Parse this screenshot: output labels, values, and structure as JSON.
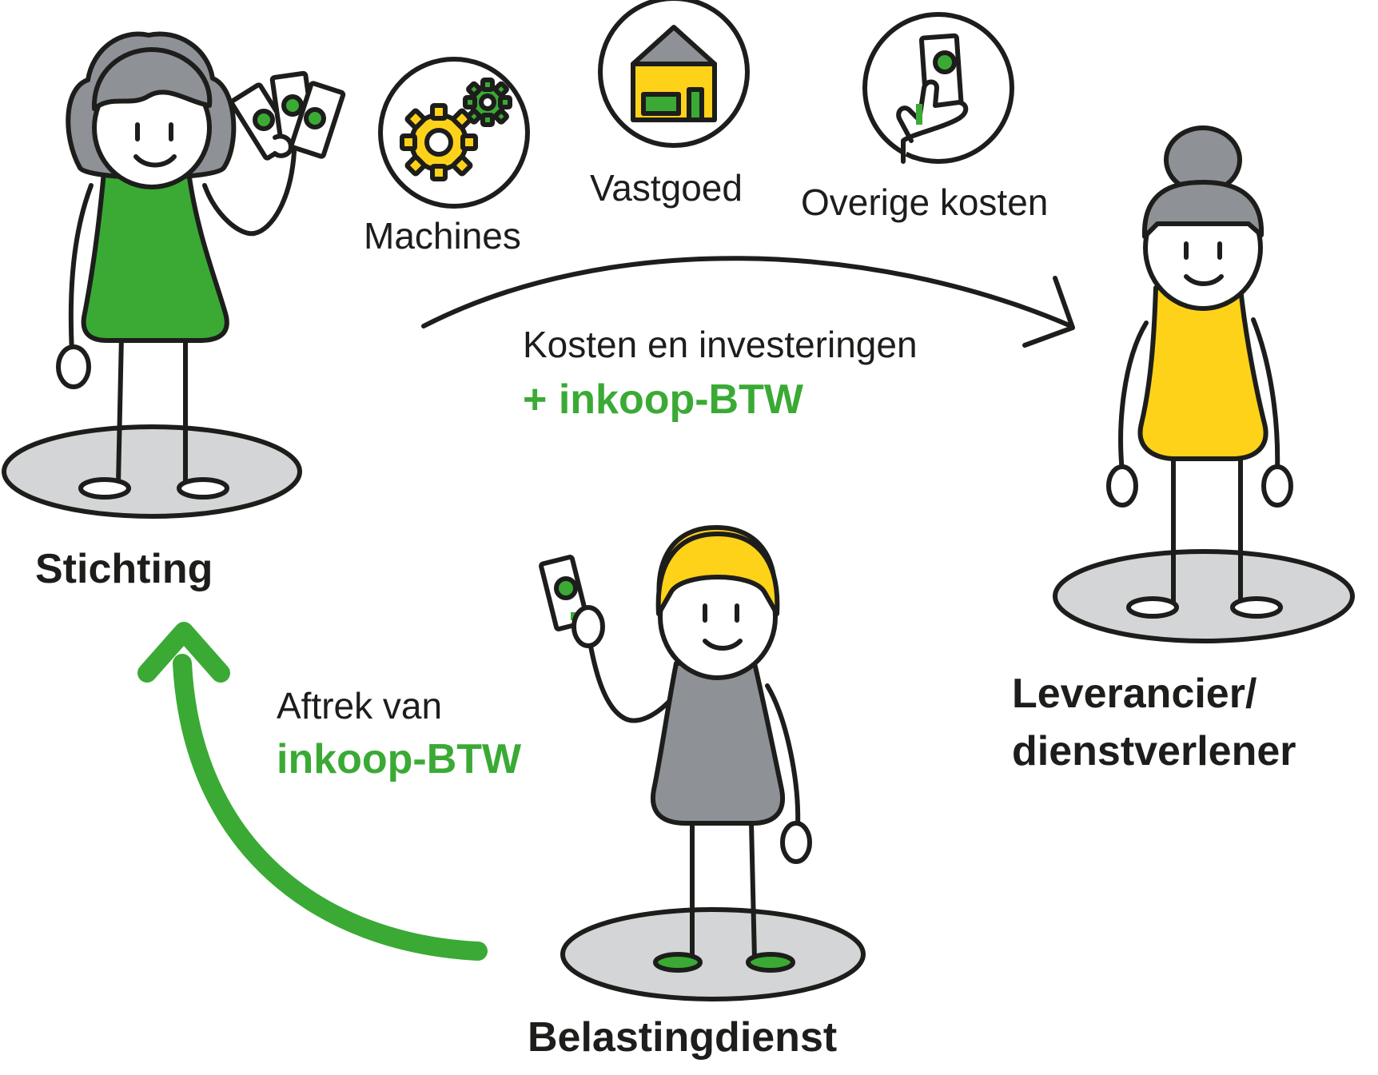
{
  "colors": {
    "green": "#3aaa35",
    "yellow": "#ffd21a",
    "gray": "#8e9196",
    "disc": "#d4d5d7",
    "ink": "#1d1d1b"
  },
  "labels": {
    "stichting": "Stichting",
    "leverancier_line1": "Leverancier/",
    "leverancier_line2": "dienstverlener",
    "belastingdienst": "Belastingdienst",
    "kosten_line1": "Kosten en investeringen",
    "kosten_line2": "+ inkoop-BTW",
    "aftrek_line1": "Aftrek van",
    "aftrek_line2": "inkoop-BTW"
  },
  "icons": [
    {
      "name": "gears-icon",
      "label": "Machines"
    },
    {
      "name": "house-icon",
      "label": "Vastgoed"
    },
    {
      "name": "hand-money-icon",
      "label": "Overige kosten"
    }
  ],
  "characters": [
    {
      "name": "stichting-figure",
      "dress": "green",
      "hair": "gray"
    },
    {
      "name": "leverancier-figure",
      "dress": "yellow",
      "hair": "gray"
    },
    {
      "name": "belastingdienst-figure",
      "dress": "gray",
      "hair": "yellow"
    }
  ]
}
